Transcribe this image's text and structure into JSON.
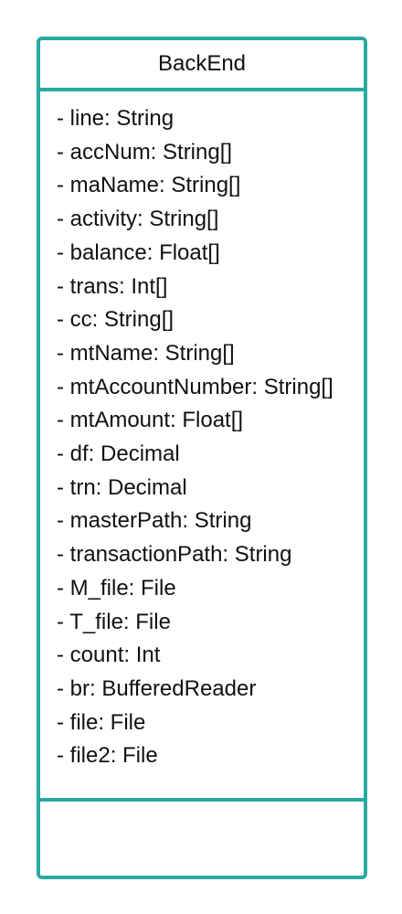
{
  "class": {
    "name": "BackEnd",
    "attributes": [
      "- line: String",
      "- accNum: String[]",
      "- maName: String[]",
      "- activity: String[]",
      "- balance: Float[]",
      "- trans: Int[]",
      "- cc: String[]",
      "- mtName: String[]",
      "- mtAccountNumber: String[]",
      "- mtAmount: Float[]",
      "- df: Decimal",
      "- trn: Decimal",
      "- masterPath: String",
      "- transactionPath: String",
      "- M_file: File",
      "- T_file: File",
      "- count: Int",
      "- br: BufferedReader",
      "- file: File",
      "- file2: File"
    ],
    "methods": []
  },
  "colors": {
    "border": "#2aa9a1",
    "text": "#111111",
    "background": "#ffffff"
  }
}
